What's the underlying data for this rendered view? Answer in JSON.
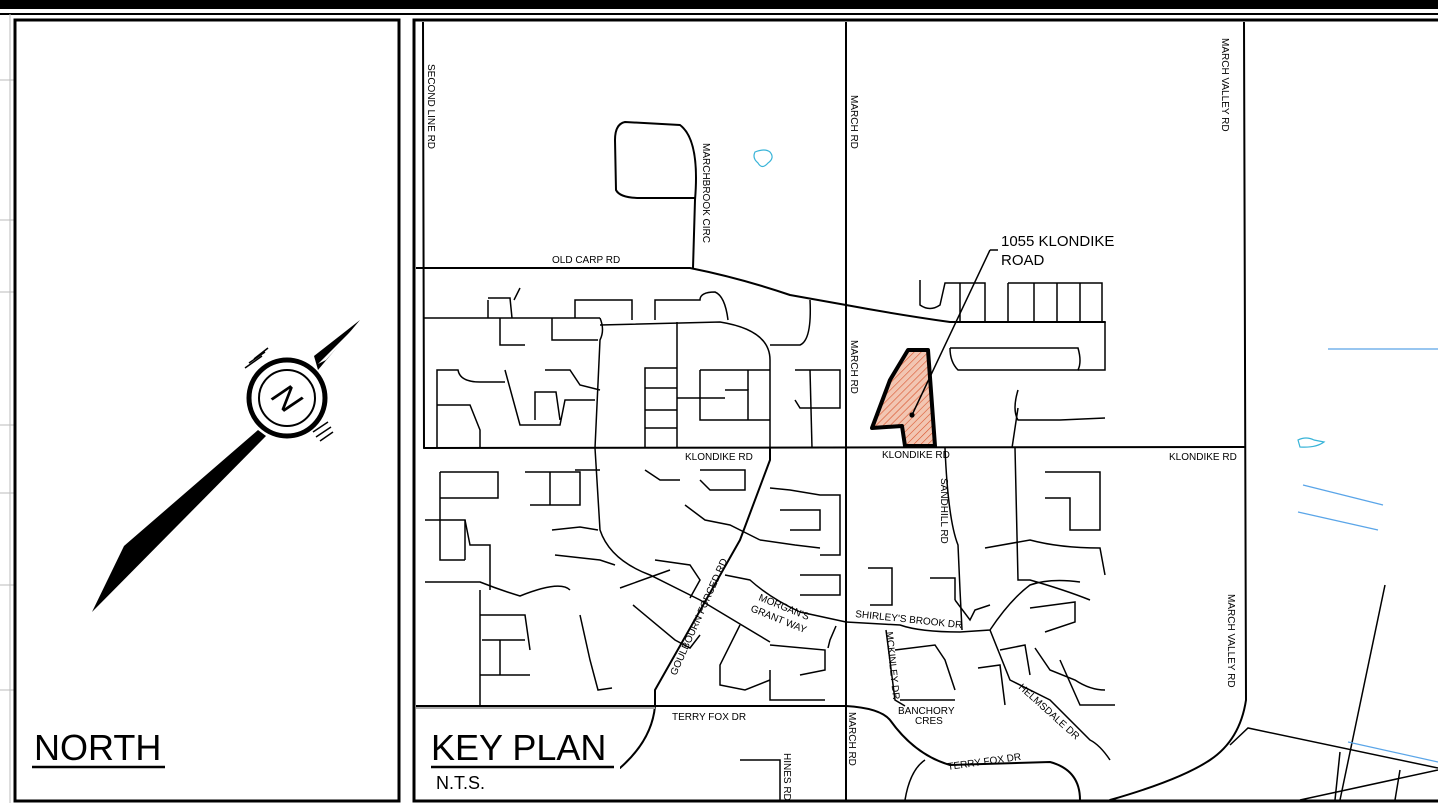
{
  "panels": {
    "north": {
      "title": "NORTH"
    },
    "key_plan": {
      "title": "KEY PLAN",
      "scale_note": "N.T.S."
    }
  },
  "compass": {
    "letter": "N"
  },
  "site": {
    "label_line1": "1055 KLONDIKE",
    "label_line2": "ROAD",
    "fill_color": "#f2c6b2",
    "hatch_color": "#d9532c"
  },
  "streets": {
    "second_line_rd": "SECOND LINE RD",
    "marchbrook_circ": "MARCHBROOK CIRC",
    "march_rd_1": "MARCH RD",
    "march_rd_2": "MARCH RD",
    "march_rd_3": "MARCH RD",
    "march_valley_rd_1": "MARCH VALLEY RD",
    "march_valley_rd_2": "MARCH VALLEY RD",
    "old_carp_rd": "OLD CARP RD",
    "klondike_rd_1": "KLONDIKE RD",
    "klondike_rd_2": "KLONDIKE RD",
    "klondike_rd_3": "KLONDIKE RD",
    "sandhill_rd": "SANDHILL RD",
    "goulbourn_forced_rd": "GOULBOURN FORCED RD",
    "morgans_grant_way_1": "MORGAN'S",
    "morgans_grant_way_2": "GRANT WAY",
    "shirleys_brook_dr": "SHIRLEY'S BROOK DR",
    "mckinley_dr": "MCKINLEY DR",
    "banchory_cres_1": "BANCHORY",
    "banchory_cres_2": "CRES",
    "helmsdale_dr": "HELMSDALE DR",
    "terry_fox_dr_1": "TERRY FOX DR",
    "terry_fox_dr_2": "TERRY FOX DR",
    "hines_rd": "HINES RD"
  }
}
